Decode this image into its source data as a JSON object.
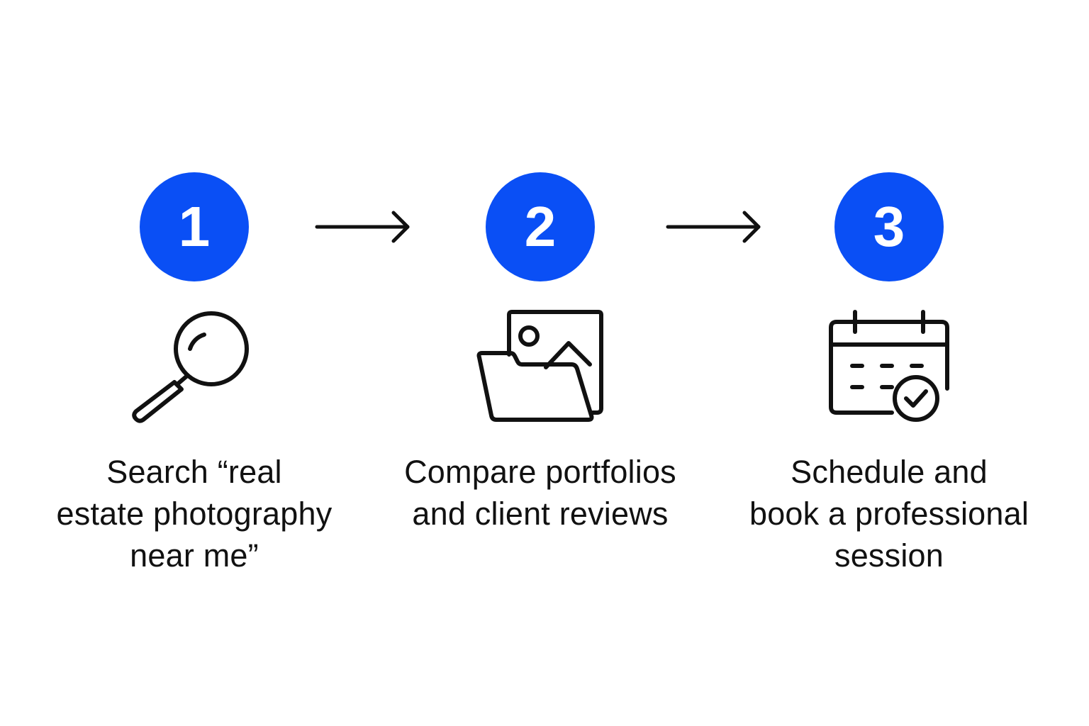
{
  "steps": [
    {
      "number": "1",
      "icon": "magnifying-glass-icon",
      "caption_lines": [
        "Search “real",
        "estate photography",
        "near me”"
      ]
    },
    {
      "number": "2",
      "icon": "image-folder-icon",
      "caption_lines": [
        "Compare portfolios",
        "and client reviews"
      ]
    },
    {
      "number": "3",
      "icon": "calendar-check-icon",
      "caption_lines": [
        "Schedule and",
        "book a professional",
        "session"
      ]
    }
  ],
  "arrows": [
    "right-arrow-icon",
    "right-arrow-icon"
  ],
  "colors": {
    "badge": "#0a4ff5",
    "badge_text": "#ffffff",
    "text": "#111111",
    "icon_stroke": "#111111",
    "background": "#ffffff"
  }
}
